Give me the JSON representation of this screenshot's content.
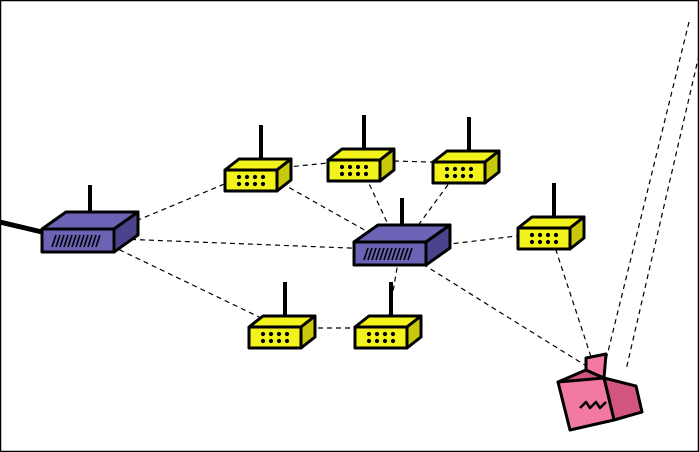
{
  "diagram": {
    "type": "wireless-mesh-network",
    "colors": {
      "background": "#ffffff",
      "frame": "#000000",
      "link": "#000000",
      "gateway_router": "#6b63b5",
      "gateway_router_dark": "#4b448c",
      "mesh_node": "#f2f21c",
      "mesh_node_dark": "#c9c90c",
      "client_device": "#f27aa1",
      "client_device_dark": "#d25580"
    },
    "nodes": [
      {
        "id": "router-left",
        "kind": "gateway-router",
        "icon": "router-icon"
      },
      {
        "id": "router-center",
        "kind": "gateway-router",
        "icon": "router-icon"
      },
      {
        "id": "node-1",
        "kind": "mesh-node",
        "icon": "mesh-node-icon"
      },
      {
        "id": "node-2",
        "kind": "mesh-node",
        "icon": "mesh-node-icon"
      },
      {
        "id": "node-3",
        "kind": "mesh-node",
        "icon": "mesh-node-icon"
      },
      {
        "id": "node-4",
        "kind": "mesh-node",
        "icon": "mesh-node-icon"
      },
      {
        "id": "node-5",
        "kind": "mesh-node",
        "icon": "mesh-node-icon"
      },
      {
        "id": "node-6",
        "kind": "mesh-node",
        "icon": "mesh-node-icon"
      },
      {
        "id": "client",
        "kind": "client-device",
        "icon": "client-device-icon"
      }
    ],
    "links": [
      {
        "from": "router-left",
        "to": "node-1",
        "style": "dashed"
      },
      {
        "from": "router-left",
        "to": "router-center",
        "style": "dashed"
      },
      {
        "from": "router-left",
        "to": "node-4",
        "style": "dashed"
      },
      {
        "from": "node-1",
        "to": "node-2",
        "style": "dashed"
      },
      {
        "from": "node-1",
        "to": "router-center",
        "style": "dashed"
      },
      {
        "from": "node-2",
        "to": "node-3",
        "style": "dashed"
      },
      {
        "from": "node-2",
        "to": "router-center",
        "style": "dashed"
      },
      {
        "from": "node-3",
        "to": "router-center",
        "style": "dashed"
      },
      {
        "from": "router-center",
        "to": "node-6",
        "style": "dashed"
      },
      {
        "from": "router-center",
        "to": "node-5",
        "style": "dashed"
      },
      {
        "from": "router-center",
        "to": "client",
        "style": "dashed"
      },
      {
        "from": "node-4",
        "to": "node-5",
        "style": "dashed"
      },
      {
        "from": "node-6",
        "to": "client",
        "style": "dashed"
      }
    ],
    "wired_uplink": {
      "to": "router-left",
      "style": "solid"
    },
    "beam": {
      "to": "client",
      "style": "dashed"
    }
  }
}
